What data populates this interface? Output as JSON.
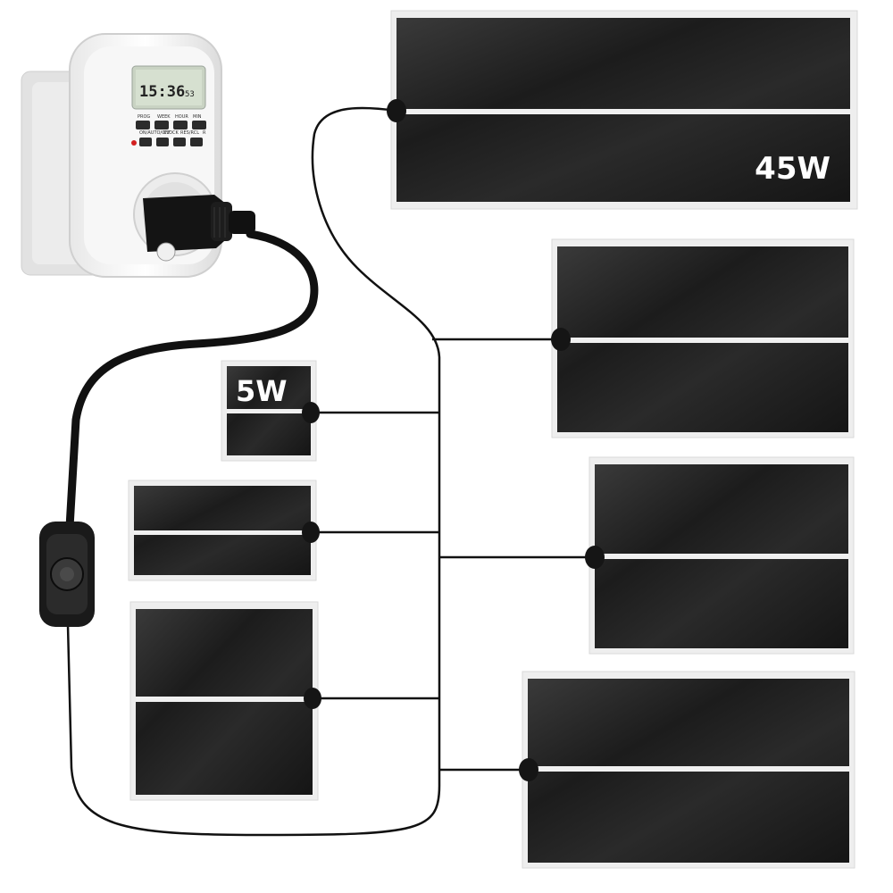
{
  "colors": {
    "mat": "#1e1e1e",
    "mat_border": "#d9d9d9",
    "cable": "#111111",
    "timer_body": "#f4f4f4",
    "lcd": "#d6e0d0",
    "accent": "#d32020"
  },
  "labels": {
    "large_mat": "45W",
    "small_mat": "5W"
  },
  "timer": {
    "time_main": "15:36",
    "time_seconds": "53",
    "buttons_row1": [
      "PROG",
      "WEEK",
      "HOUR",
      "MIN"
    ],
    "buttons_row2": [
      "ON/AUTO/OFF",
      "CLOCK",
      "RES/RCL",
      "R"
    ]
  },
  "icons": {
    "dimmer": "rotary-dimmer-knob",
    "plug": "power-plug",
    "socket": "wall-socket"
  }
}
